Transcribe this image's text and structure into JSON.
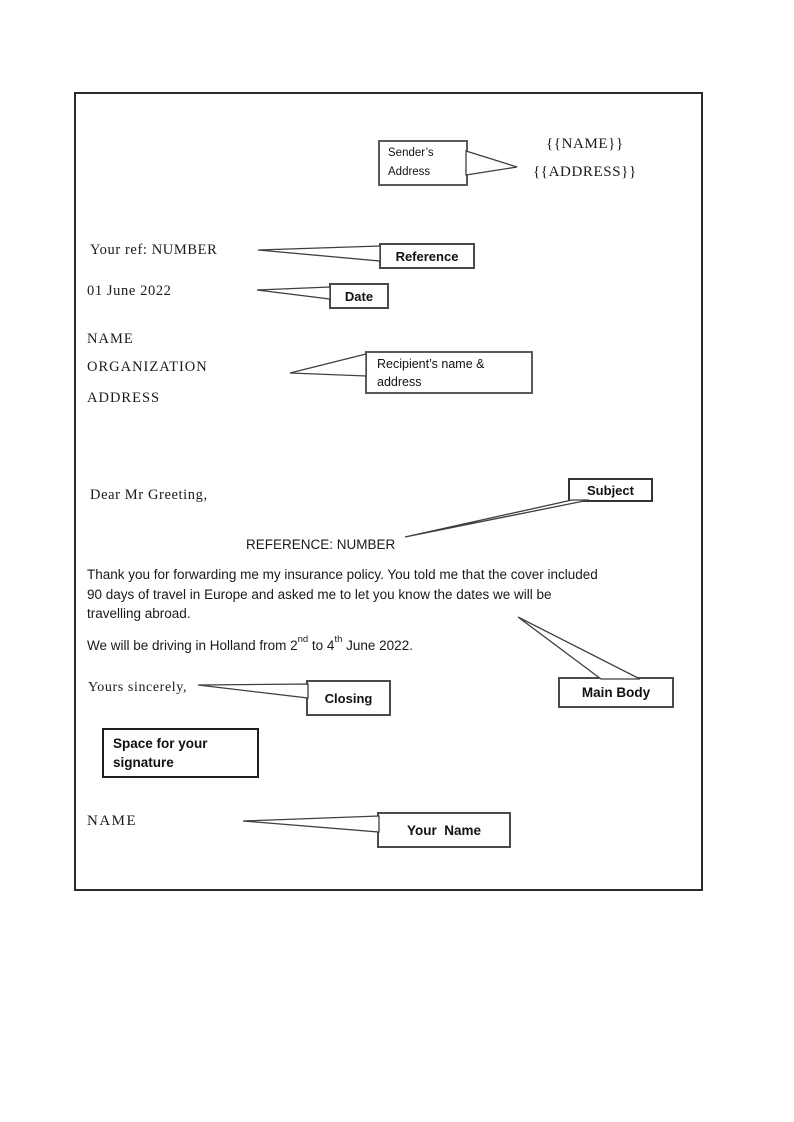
{
  "letter": {
    "sender_name_placeholder": "{{NAME}}",
    "sender_address_placeholder": "{{ADDRESS}}",
    "your_ref": "Your ref: NUMBER",
    "date": "01 June 2022",
    "recipient_lines": [
      "NAME",
      "ORGANIZATION",
      "ADDRESS"
    ],
    "salutation": "Dear Mr Greeting,",
    "subject_line": "REFERENCE: NUMBER",
    "body_lines": [
      "Thank you for forwarding me my insurance policy. You told me that the cover included",
      "90 days of travel in Europe and asked me to let you know the dates we will be",
      "travelling abroad."
    ],
    "body2": {
      "prefix": "We will be driving in Holland from 2",
      "sup1": "nd",
      "mid": " to 4",
      "sup2": "th",
      "suffix": " June 2022."
    },
    "closing": "Yours sincerely,",
    "signature_name": "NAME"
  },
  "callouts": {
    "sender_address": {
      "line1": "Sender’s",
      "line2": "Address"
    },
    "reference": {
      "label": "Reference"
    },
    "date": {
      "label": "Date"
    },
    "recipient": {
      "line1": "Recipient’s name &",
      "line2": "address"
    },
    "subject": {
      "label": "Subject"
    },
    "main_body": {
      "label": "Main Body"
    },
    "closing": {
      "label": "Closing"
    },
    "signature_space": {
      "line1": "Space for your",
      "line2": "signature"
    },
    "your_name": {
      "label": "Your  Name"
    }
  },
  "colors": {
    "page_background": "#ffffff",
    "frame_border": "#2b2b2b",
    "callout_border": "#4a4a4a",
    "text": "#1a1a1a"
  }
}
